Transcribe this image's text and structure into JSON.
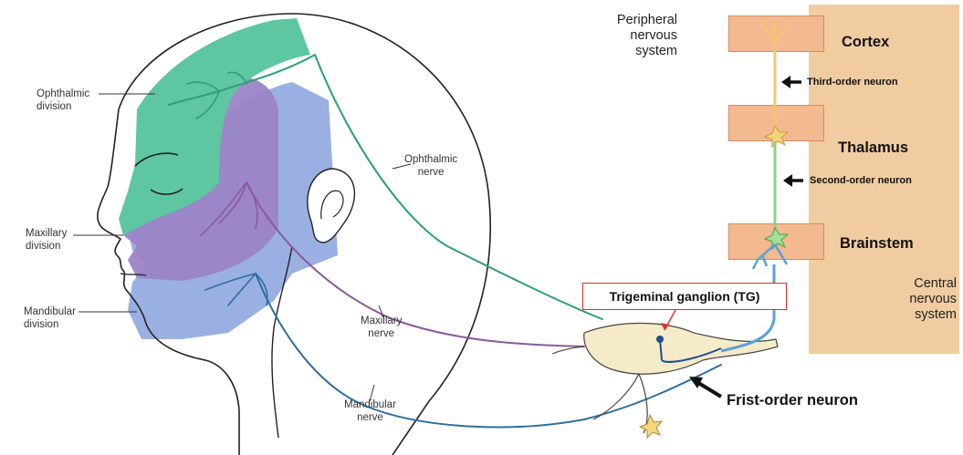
{
  "head_labels": {
    "ophthalmic_division": "Ophthalmic\ndivision",
    "maxillary_division": "Maxillary\ndivision",
    "mandibular_division": "Mandibular\ndivision",
    "ophthalmic_nerve": "Ophthalmic\nnerve",
    "maxillary_nerve": "Maxillary\nnerve",
    "mandibular_nerve": "Mandibular\nnerve"
  },
  "pns_label": "Peripheral\nnervous\nsystem",
  "cns_label": "Central\nnervous\nsystem",
  "regions": {
    "cortex": "Cortex",
    "thalamus": "Thalamus",
    "brainstem": "Brainstem"
  },
  "neurons": {
    "third": "Third-order neuron",
    "second": "Second-order neuron",
    "first": "Frist-order neuron"
  },
  "ganglion_label": "Trigeminal ganglion (TG)",
  "colors": {
    "ophthalmic": "#5EC6A0",
    "maxillary": "#9A7FC4",
    "mandibular": "#7F9FDC",
    "cns_background": "#F0CCA0",
    "region_box": "#F3B990",
    "tg_border": "#D93030"
  }
}
